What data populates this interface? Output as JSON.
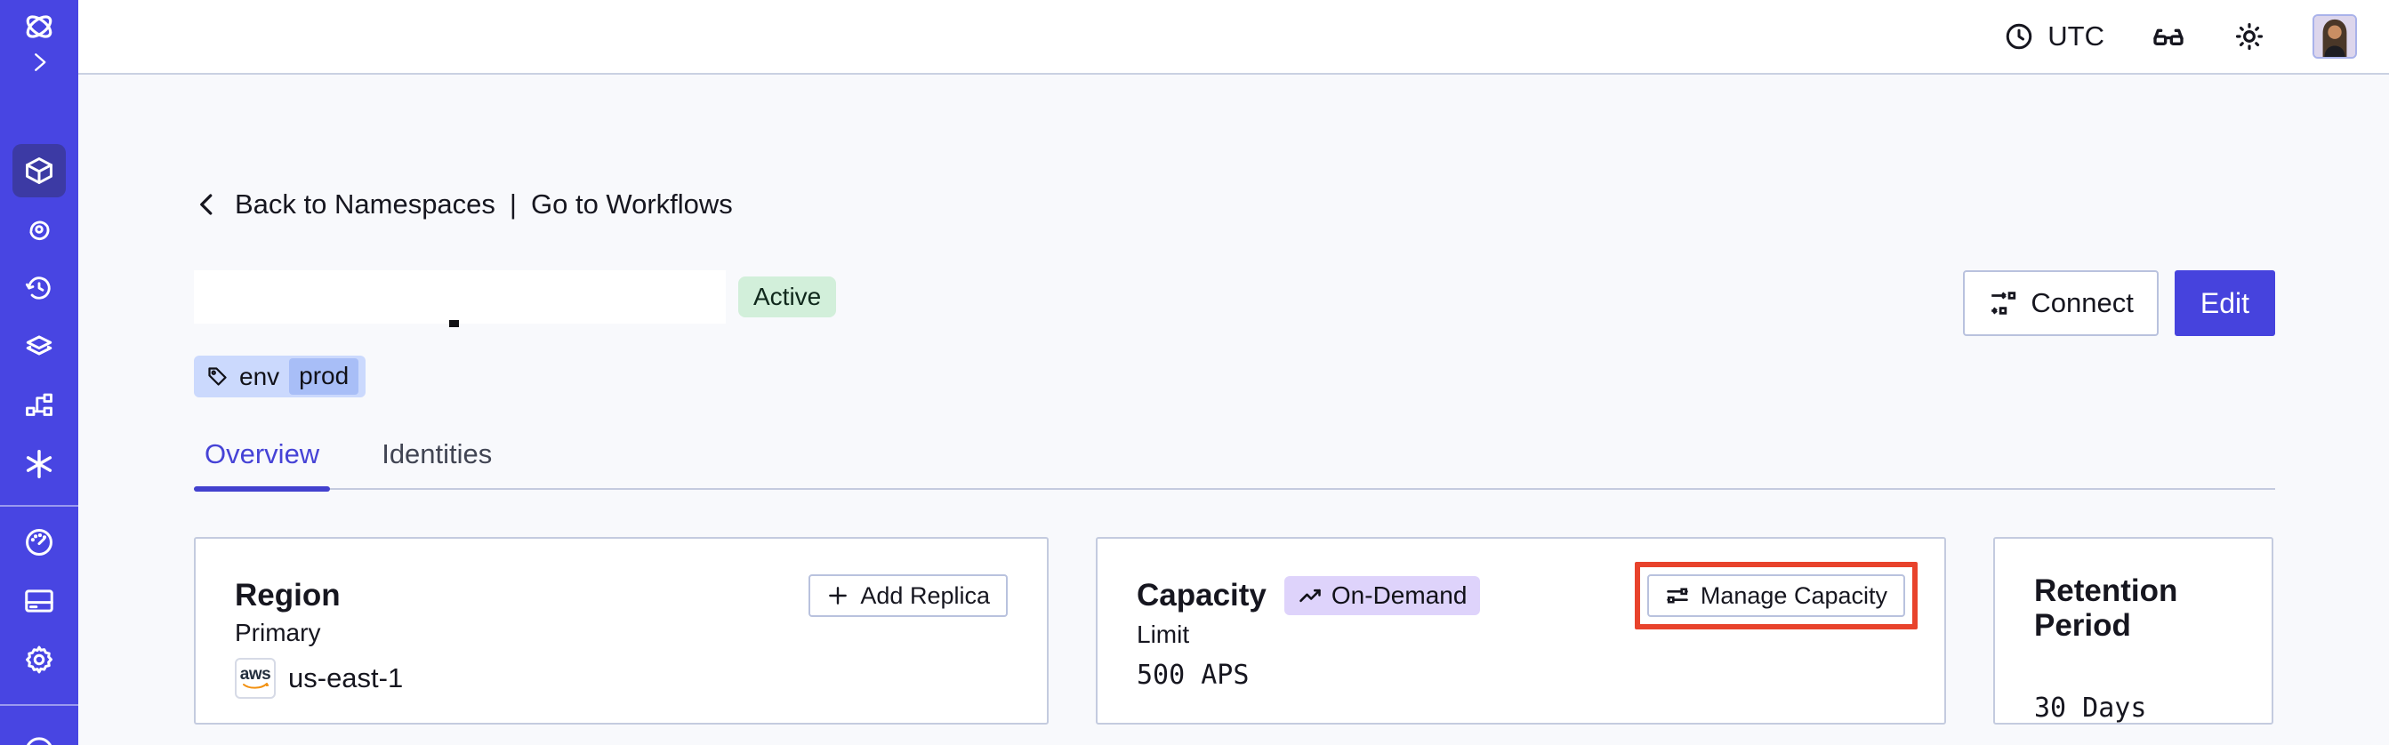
{
  "topbar": {
    "timezone": "UTC",
    "icons": [
      "clock-icon",
      "glasses-icon",
      "sun-icon",
      "avatar"
    ]
  },
  "sidebar": {
    "accent_color": "#4845e2",
    "active_item_color": "#3c3aa4",
    "items": [
      "temporal-logo",
      "expand-chevron",
      "namespaces-cube (active)",
      "spiral-eye",
      "history-clock",
      "layers-stack",
      "branch-nodes",
      "asterisk",
      "gauge",
      "billing-card",
      "gear",
      "help-circle (cut off)"
    ]
  },
  "breadcrumb": {
    "back_label": "Back to Namespaces",
    "separator": "|",
    "forward_label": "Go to Workflows"
  },
  "header": {
    "title_redacted": "",
    "status_badge": "Active",
    "status_color": "#d2efda",
    "tag": {
      "key": "env",
      "value": "prod"
    },
    "connect_label": "Connect",
    "edit_label": "Edit",
    "edit_color": "#4643dd"
  },
  "tabs": [
    {
      "label": "Overview",
      "active": true
    },
    {
      "label": "Identities",
      "active": false
    }
  ],
  "cards": {
    "region": {
      "title": "Region",
      "add_replica_label": "Add Replica",
      "primary_label": "Primary",
      "provider": "aws",
      "region_value": "us-east-1"
    },
    "capacity": {
      "title": "Capacity",
      "badge": "On-Demand",
      "badge_color": "#ded3fb",
      "manage_label": "Manage Capacity",
      "limit_label": "Limit",
      "limit_value": "500 APS",
      "annotation_color": "#e8432c"
    },
    "retention": {
      "title": "Retention Period",
      "value": "30 Days"
    }
  }
}
